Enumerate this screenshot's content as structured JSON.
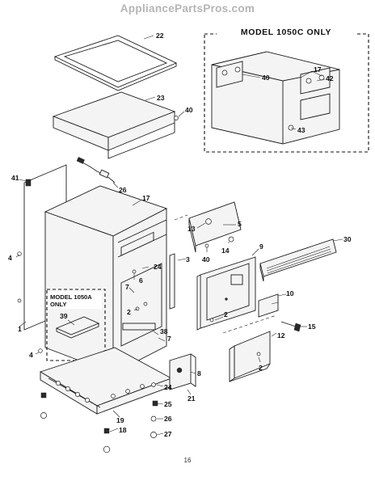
{
  "watermark": "AppliancePartsPros.com",
  "page_number": "16",
  "inset_boxes": {
    "model_1050c": {
      "title": "MODEL 1050C ONLY"
    },
    "model_1050a": {
      "title_line1": "MODEL 1050A",
      "title_line2": "ONLY"
    }
  },
  "callouts": [
    {
      "id": "c22",
      "label": "22"
    },
    {
      "id": "c23",
      "label": "23"
    },
    {
      "id": "c40a",
      "label": "40"
    },
    {
      "id": "c26",
      "label": "26"
    },
    {
      "id": "c41",
      "label": "41"
    },
    {
      "id": "c17",
      "label": "17"
    },
    {
      "id": "c13",
      "label": "13"
    },
    {
      "id": "c5",
      "label": "5"
    },
    {
      "id": "c14",
      "label": "14"
    },
    {
      "id": "c40b",
      "label": "40"
    },
    {
      "id": "c3",
      "label": "3"
    },
    {
      "id": "c9",
      "label": "9"
    },
    {
      "id": "c30",
      "label": "30"
    },
    {
      "id": "c24a",
      "label": "24"
    },
    {
      "id": "c6",
      "label": "6"
    },
    {
      "id": "c7a",
      "label": "7"
    },
    {
      "id": "c4a",
      "label": "4"
    },
    {
      "id": "c2a",
      "label": "2"
    },
    {
      "id": "c10",
      "label": "10"
    },
    {
      "id": "c2b",
      "label": "2"
    },
    {
      "id": "c15",
      "label": "15"
    },
    {
      "id": "c1",
      "label": "1"
    },
    {
      "id": "c39",
      "label": "39"
    },
    {
      "id": "c38",
      "label": "38"
    },
    {
      "id": "c7b",
      "label": "7"
    },
    {
      "id": "c12",
      "label": "12"
    },
    {
      "id": "c2c",
      "label": "2"
    },
    {
      "id": "c4b",
      "label": "4"
    },
    {
      "id": "c8",
      "label": "8"
    },
    {
      "id": "c21",
      "label": "21"
    },
    {
      "id": "c24b",
      "label": "24"
    },
    {
      "id": "c25",
      "label": "25"
    },
    {
      "id": "c19",
      "label": "19"
    },
    {
      "id": "c26b",
      "label": "26"
    },
    {
      "id": "c18",
      "label": "18"
    },
    {
      "id": "c27",
      "label": "27"
    },
    {
      "id": "c17b",
      "label": "17"
    },
    {
      "id": "c40c",
      "label": "40"
    },
    {
      "id": "c42",
      "label": "42"
    },
    {
      "id": "c43",
      "label": "43"
    }
  ]
}
